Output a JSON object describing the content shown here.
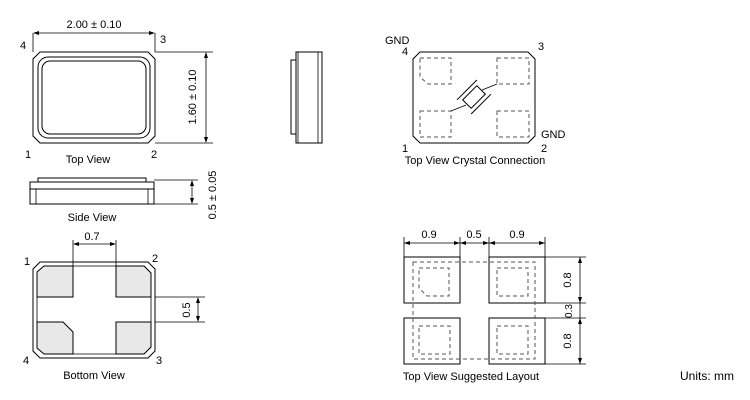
{
  "dims": {
    "width": "2.00 ± 0.10",
    "height": "1.60 ± 0.10",
    "thickness": "0.5 ± 0.05",
    "bottom_pitch": "0.7",
    "bottom_pad": "0.5",
    "layout_w1": "0.9",
    "layout_gap": "0.5",
    "layout_w2": "0.9",
    "layout_h1": "0.8",
    "layout_gap_v": "0.3",
    "layout_h2": "0.8"
  },
  "labels": {
    "top_view": "Top View",
    "side_view": "Side View",
    "bottom_view": "Bottom View",
    "crystal_connection": "Top View Crystal Connection",
    "suggested_layout": "Top View Suggested Layout",
    "units": "Units: mm",
    "gnd": "GND"
  },
  "pins": {
    "p1": "1",
    "p2": "2",
    "p3": "3",
    "p4": "4"
  },
  "colors": {
    "line": "#000000",
    "dashed": "#555555",
    "body_fill": "#e8e8e8"
  }
}
